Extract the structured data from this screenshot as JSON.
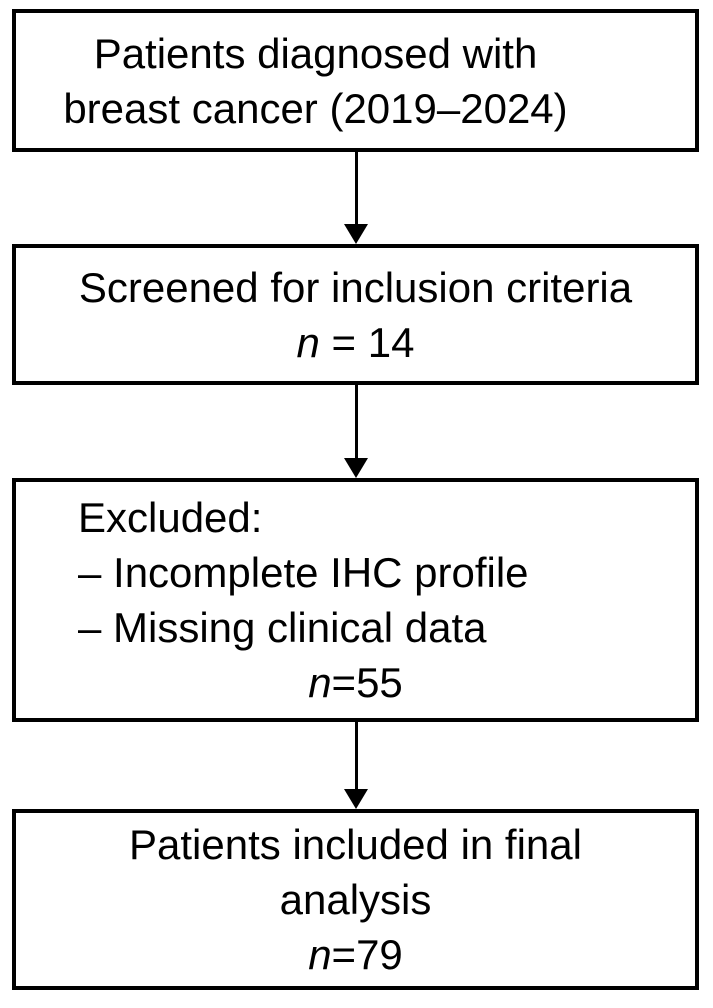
{
  "flowchart": {
    "colors": {
      "background": "#ffffff",
      "box_border": "#000000",
      "text": "#000000",
      "arrow": "#000000"
    },
    "boxes": [
      {
        "lines": [
          "Patients diagnosed with",
          "breast cancer (2019–2024)"
        ]
      },
      {
        "lines": [
          "Screened for inclusion criteria"
        ],
        "n": {
          "var": "n",
          "rest": " = 14"
        }
      },
      {
        "lines": [
          "Excluded:",
          "– Incomplete IHC profile",
          "– Missing clinical data"
        ],
        "n": {
          "var": "n",
          "rest": "=55"
        }
      },
      {
        "lines": [
          "Patients included in final",
          "analysis"
        ],
        "n": {
          "var": "n",
          "rest": "=79"
        }
      }
    ]
  }
}
